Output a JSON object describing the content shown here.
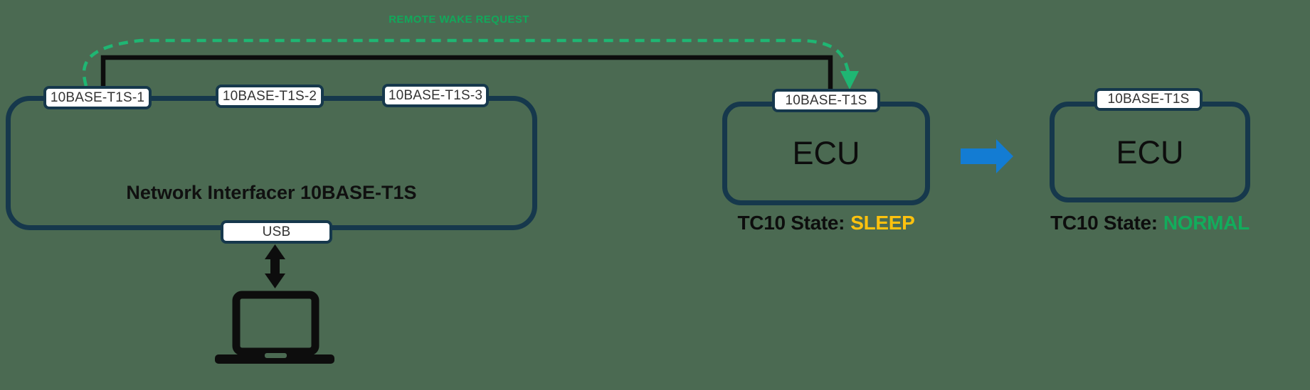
{
  "colors": {
    "background": "#4B6A52",
    "navy_border": "#16384C",
    "line_black": "#0D0D0D",
    "wake_green": "#12A85B",
    "dash_green": "#1FB673",
    "sleep_yellow": "#FFC20E",
    "normal_green": "#12AC5C",
    "transition_blue": "#137CD3"
  },
  "wake_request": {
    "label": "REMOTE WAKE REQUEST"
  },
  "network_interfacer": {
    "title": "Network Interfacer 10BASE-T1S",
    "ports": [
      "10BASE-T1S-1",
      "10BASE-T1S-2",
      "10BASE-T1S-3"
    ],
    "usb_port": "USB"
  },
  "ecu_sleep": {
    "port_label": "10BASE-T1S",
    "name": "ECU",
    "state_label": "TC10 State:",
    "state_value": "SLEEP"
  },
  "ecu_normal": {
    "port_label": "10BASE-T1S",
    "name": "ECU",
    "state_label": "TC10 State:",
    "state_value": "NORMAL"
  },
  "icons": {
    "laptop": "laptop-icon",
    "usb_arrow": "usb-bidirectional-arrow-icon",
    "wake_arrowhead": "wake-arrowhead-down-icon",
    "transition_arrow": "state-transition-right-arrow-icon"
  }
}
